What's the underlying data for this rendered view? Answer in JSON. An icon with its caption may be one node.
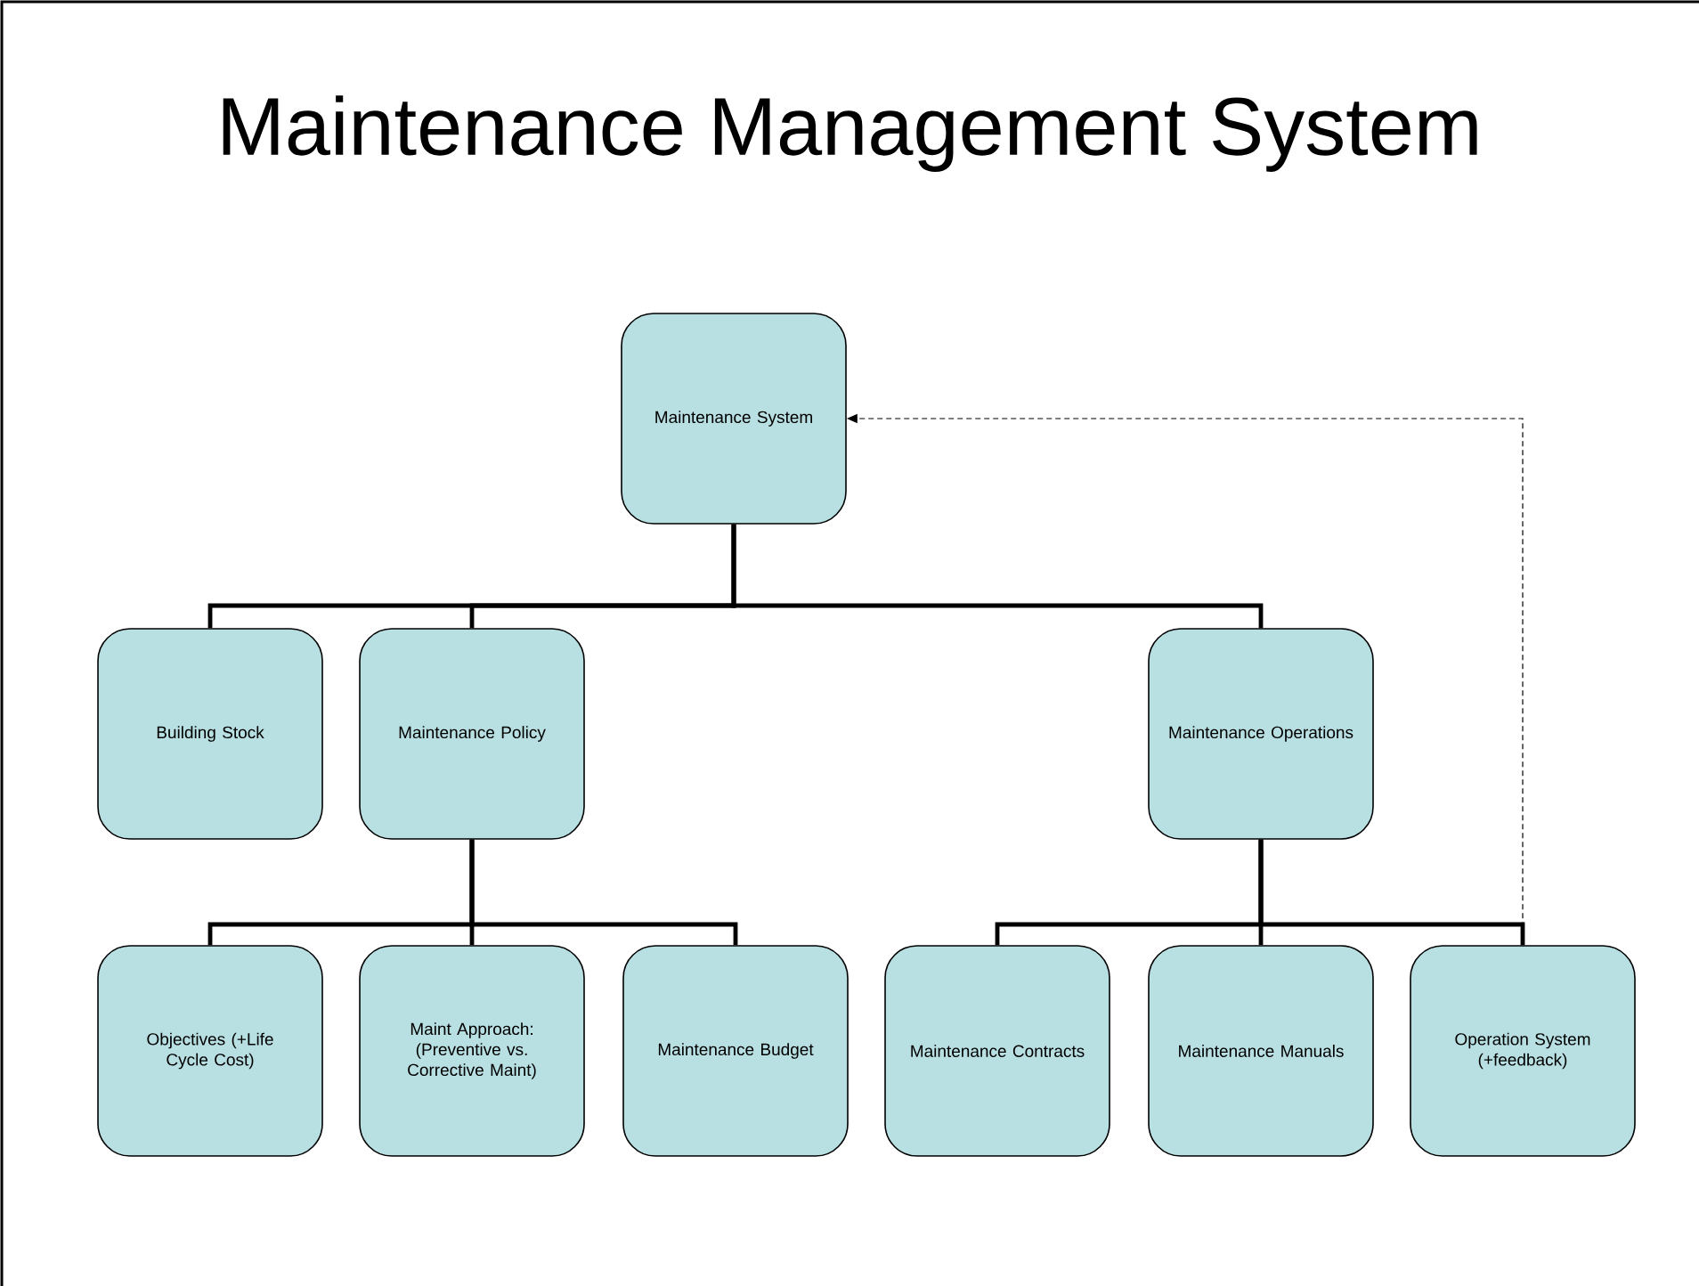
{
  "diagram": {
    "title": "Maintenance Management System",
    "nodes": [
      {
        "text": [
          "Maintenance System"
        ]
      },
      {
        "text": [
          "Building Stock"
        ]
      },
      {
        "text": [
          "Maintenance Policy"
        ]
      },
      {
        "text": [
          "Maintenance Operations"
        ]
      },
      {
        "text": [
          "Objectives (+Life Cycle Cost)"
        ]
      },
      {
        "text": [
          "Maint Approach: (Preventive vs. Corrective Maint)"
        ]
      },
      {
        "text": [
          "Maintenance Budget"
        ]
      },
      {
        "text": [
          "Maintenance Contracts"
        ]
      },
      {
        "text": [
          "Maintenance Manuals"
        ]
      },
      {
        "text": [
          "Operation System (+feedback)"
        ]
      }
    ],
    "edges": [
      {
        "from": 0,
        "to": 1,
        "arrow": "none"
      },
      {
        "from": 0,
        "to": 2,
        "arrow": "none"
      },
      {
        "from": 0,
        "to": 3,
        "arrow": "none"
      },
      {
        "from": 2,
        "to": 4,
        "arrow": "none"
      },
      {
        "from": 2,
        "to": 5,
        "arrow": "none"
      },
      {
        "from": 2,
        "to": 6,
        "arrow": "none"
      },
      {
        "from": 3,
        "to": 7,
        "arrow": "none"
      },
      {
        "from": 3,
        "to": 8,
        "arrow": "none"
      },
      {
        "from": 3,
        "to": 9,
        "arrow": "none"
      },
      {
        "from": 9,
        "to": 0,
        "arrow": "to",
        "style": "dashed"
      }
    ]
  }
}
